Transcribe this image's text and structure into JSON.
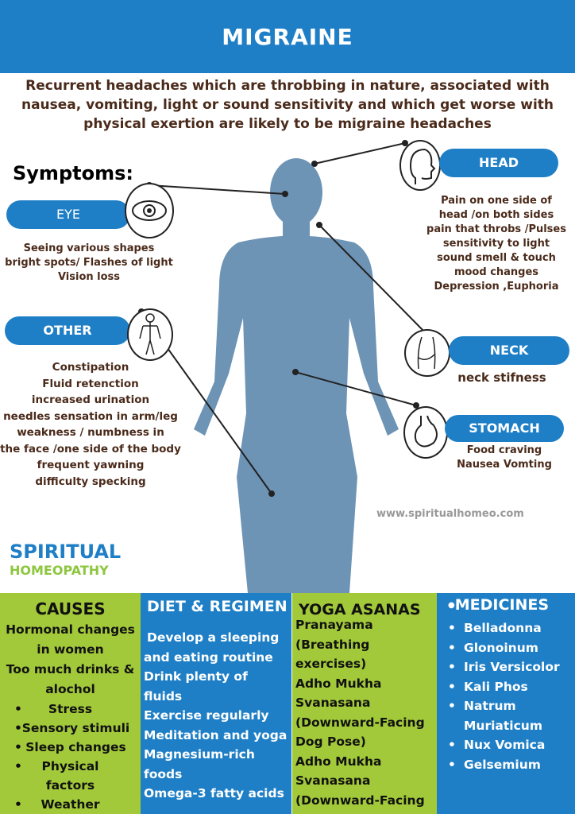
{
  "title": "MIGRAINE",
  "intro": "Recurrent headaches which are throbbing in nature, associated with nausea, vomiting, light or sound sensitivity and which get worse with physical exertion are likely to be migraine headaches",
  "symptoms_heading": "Symptoms:",
  "eye": {
    "label": "EYE",
    "lines": [
      "Seeing various shapes",
      "bright spots/ Flashes of light",
      "Vision loss"
    ]
  },
  "head": {
    "label": "HEAD",
    "lines": [
      "Pain on one side of",
      "head /on both sides",
      "pain that throbs /Pulses",
      "sensitivity to light",
      "sound smell & touch",
      "mood changes",
      "Depression ,Euphoria"
    ]
  },
  "other": {
    "label": "OTHER",
    "lines": [
      "Constipation",
      "Fluid retenction",
      "increased urination",
      "needles sensation in arm/leg",
      "weakness / numbness in",
      "the face /one side of the body",
      "frequent yawning",
      "difficulty specking"
    ]
  },
  "neck": {
    "label": "NECK",
    "lines": [
      "neck stifness"
    ]
  },
  "stomach": {
    "label": "STOMACH",
    "lines": [
      "Food craving",
      "Nausea Vomting"
    ]
  },
  "website": "www.spiritualhomeo.com",
  "brand": {
    "line1": "SPIRITUAL",
    "line2": "HOMEOPATHY"
  },
  "causes": {
    "title": "CAUSES",
    "lines": [
      "Hormonal changes",
      "in women",
      "Too much drinks &",
      "alochol"
    ],
    "bullets": [
      "Stress",
      "Sensory stimuli",
      "Sleep changes",
      "Physical",
      "factors",
      "Weather"
    ]
  },
  "diet": {
    "title": "DIET & REGIMEN",
    "lines": [
      "Develop a sleeping",
      "and eating routine",
      "Drink plenty of",
      "fluids",
      "Exercise regularly",
      "Meditation and yoga",
      "Magnesium-rich",
      "foods",
      "Omega-3 fatty acids"
    ]
  },
  "yoga": {
    "title": "YOGA ASANAS",
    "lines": [
      "Pranayama",
      "(Breathing",
      "exercises)",
      "Adho Mukha",
      "Svanasana",
      "(Downward-Facing",
      "Dog Pose)",
      "Adho Mukha",
      "Svanasana",
      "(Downward-Facing"
    ]
  },
  "medicines": {
    "title": "MEDICINES",
    "items": [
      "Belladonna",
      "Glonoinum",
      "Iris Versicolor",
      "Kali Phos",
      "Natrum",
      "Muriaticum",
      "Nux Vomica",
      "Gelsemium"
    ]
  },
  "colors": {
    "blue": "#1f7fc6",
    "green": "#a2c93a",
    "body": "#6d93b5",
    "brown": "#4a2a1a",
    "brand_green": "#8dc63f"
  }
}
